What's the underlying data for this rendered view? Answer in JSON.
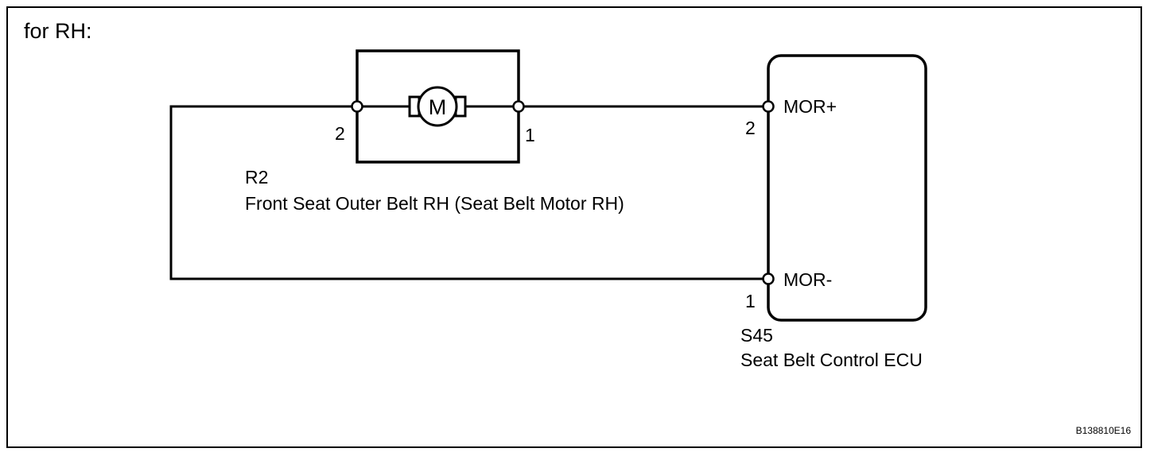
{
  "title": "for RH:",
  "motor": {
    "symbol": "M",
    "pin_left": "2",
    "pin_right": "1",
    "connector": "R2",
    "name": "Front Seat Outer Belt RH (Seat Belt Motor RH)",
    "icon": "motor-icon"
  },
  "ecu": {
    "terminal_plus": "MOR+",
    "terminal_minus": "MOR-",
    "pin_plus": "2",
    "pin_minus": "1",
    "connector": "S45",
    "name": "Seat Belt Control ECU"
  },
  "figure_code": "B138810E16",
  "colors": {
    "line": "#000000",
    "background": "#ffffff"
  }
}
